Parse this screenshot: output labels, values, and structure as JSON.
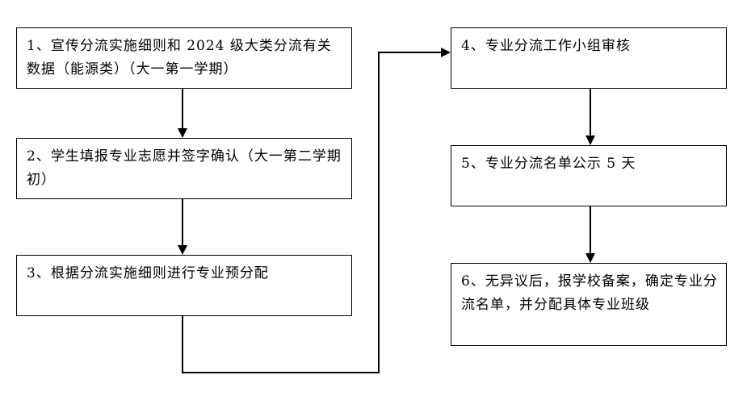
{
  "flowchart": {
    "steps": [
      {
        "id": "step-1",
        "text": "1、宣传分流实施细则和 2024 级大类分流有关数据（能源类）（大一第一学期）"
      },
      {
        "id": "step-2",
        "text": "2、学生填报专业志愿并签字确认（大一第二学期初）"
      },
      {
        "id": "step-3",
        "text": "3、根据分流实施细则进行专业预分配"
      },
      {
        "id": "step-4",
        "text": "4、专业分流工作小组审核"
      },
      {
        "id": "step-5",
        "text": "5、专业分流名单公示 5 天"
      },
      {
        "id": "step-6",
        "text": "6、无异议后，报学校备案，确定专业分流名单，并分配具体专业班级"
      }
    ]
  }
}
